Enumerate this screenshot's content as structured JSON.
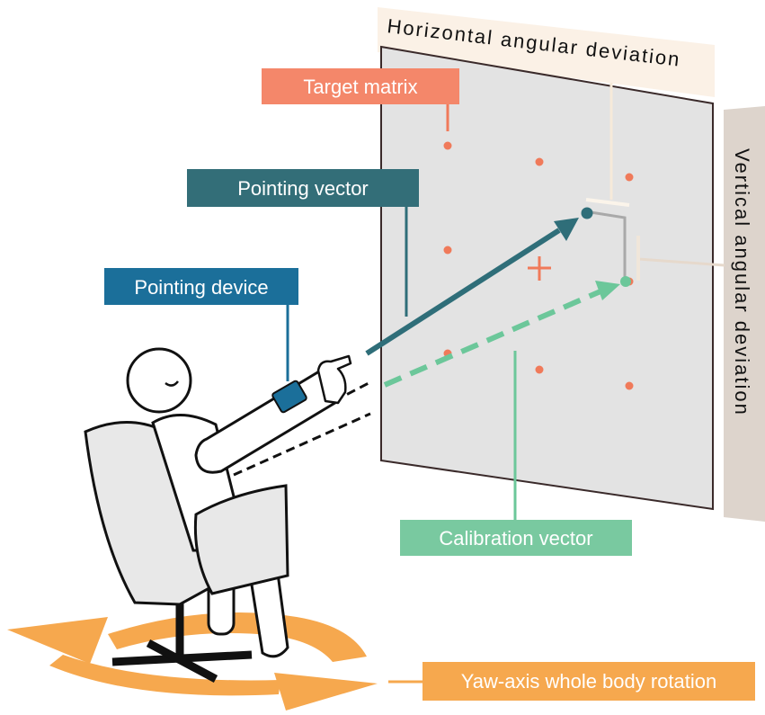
{
  "labels": {
    "target_matrix": "Target matrix",
    "pointing_vector": "Pointing vector",
    "pointing_device": "Pointing device",
    "calibration_vector": "Calibration vector",
    "yaw_rotation": "Yaw-axis whole body rotation",
    "horizontal_deviation": "Horizontal angular deviation",
    "vertical_deviation": "Vertical angular deviation"
  },
  "colors": {
    "target": "#f07a5a",
    "target_label_bg": "#f4876a",
    "pointing_vector": "#2f6e79",
    "pointing_device": "#1b6f9a",
    "calibration": "#6cc79a",
    "calibration_label_bg": "#79c9a0",
    "yaw_arrow": "#f6a84e",
    "horizontal_bar": "#fbf1e6",
    "vertical_bar": "#ddd4cc",
    "screen": "#e3e3e3",
    "chair": "#e8e8e8"
  },
  "icons": {
    "center_mark": "plus-cross",
    "head": "person-head",
    "chair": "armchair"
  }
}
